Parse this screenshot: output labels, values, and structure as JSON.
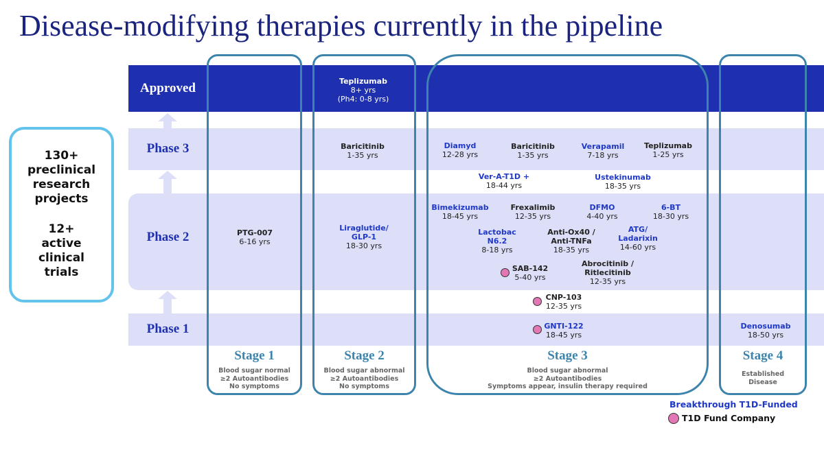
{
  "title": "Disease-modifying therapies currently in the pipeline",
  "colors": {
    "approved_band": "#1e2fb0",
    "phase_band": "#dcdff7",
    "stage_outline": "#3d84ad",
    "funded_text": "#1f38c7",
    "company_dot": "#e377b6",
    "side_box_border": "#63c3ea"
  },
  "phases": {
    "approved": "Approved",
    "phase3": "Phase 3",
    "phase2": "Phase 2",
    "phase1": "Phase 1"
  },
  "stages": [
    {
      "title": "Stage 1",
      "desc": [
        "Blood sugar normal",
        "≥2 Autoantibodies",
        "No symptoms"
      ]
    },
    {
      "title": "Stage 2",
      "desc": [
        "Blood sugar abnormal",
        "≥2 Autoantibodies",
        "No symptoms"
      ]
    },
    {
      "title": "Stage 3",
      "desc": [
        "Blood sugar abnormal",
        "≥2 Autoantibodies",
        "Symptoms appear, insulin therapy required"
      ]
    },
    {
      "title": "Stage 4",
      "desc": [
        "Established",
        "Disease"
      ]
    }
  ],
  "drugs": [
    {
      "id": "teplizumab-approved",
      "name": "Teplizumab",
      "ages": [
        "8+ yrs",
        "(Ph4: 0-8 yrs)"
      ],
      "funded": false,
      "company": false,
      "phase": "Approved",
      "stage": "Stage 2"
    },
    {
      "id": "baricitinib-s2",
      "name": "Baricitinib",
      "ages": [
        "1-35 yrs"
      ],
      "funded": false,
      "company": false,
      "phase": "Phase 3",
      "stage": "Stage 2"
    },
    {
      "id": "diamyd",
      "name": "Diamyd",
      "ages": [
        "12-28 yrs"
      ],
      "funded": true,
      "company": false,
      "phase": "Phase 3",
      "stage": "Stage 3"
    },
    {
      "id": "baricitinib-s3",
      "name": "Baricitinib",
      "ages": [
        "1-35 yrs"
      ],
      "funded": false,
      "company": false,
      "phase": "Phase 3",
      "stage": "Stage 3"
    },
    {
      "id": "verapamil",
      "name": "Verapamil",
      "ages": [
        "7-18 yrs"
      ],
      "funded": true,
      "company": false,
      "phase": "Phase 3",
      "stage": "Stage 3"
    },
    {
      "id": "teplizumab-p3",
      "name": "Teplizumab",
      "ages": [
        "1-25 yrs"
      ],
      "funded": false,
      "company": false,
      "phase": "Phase 3",
      "stage": "Stage 3"
    },
    {
      "id": "ver-a-t1d",
      "name": "Ver-A-T1D +",
      "ages": [
        "18-44 yrs"
      ],
      "funded": true,
      "company": false,
      "phase": "Phase 2/3",
      "stage": "Stage 3"
    },
    {
      "id": "ustekinumab",
      "name": "Ustekinumab",
      "ages": [
        "18-35 yrs"
      ],
      "funded": true,
      "company": false,
      "phase": "Phase 2/3",
      "stage": "Stage 3"
    },
    {
      "id": "ptg-007",
      "name": "PTG-007",
      "ages": [
        "6-16 yrs"
      ],
      "funded": false,
      "company": false,
      "phase": "Phase 2",
      "stage": "Stage 1"
    },
    {
      "id": "liraglutide",
      "name": "Liraglutide/\nGLP-1",
      "ages": [
        "18-30 yrs"
      ],
      "funded": true,
      "company": false,
      "phase": "Phase 2",
      "stage": "Stage 2"
    },
    {
      "id": "bimekizumab",
      "name": "Bimekizumab",
      "ages": [
        "18-45 yrs"
      ],
      "funded": true,
      "company": false,
      "phase": "Phase 2",
      "stage": "Stage 3"
    },
    {
      "id": "frexalimib",
      "name": "Frexalimib",
      "ages": [
        "12-35 yrs"
      ],
      "funded": false,
      "company": false,
      "phase": "Phase 2",
      "stage": "Stage 3"
    },
    {
      "id": "dfmo",
      "name": "DFMO",
      "ages": [
        "4-40 yrs"
      ],
      "funded": true,
      "company": false,
      "phase": "Phase 2",
      "stage": "Stage 3"
    },
    {
      "id": "6-bt",
      "name": "6-BT",
      "ages": [
        "18-30 yrs"
      ],
      "funded": true,
      "company": false,
      "phase": "Phase 2",
      "stage": "Stage 3"
    },
    {
      "id": "lactobac",
      "name": "Lactobac\nN6.2",
      "ages": [
        "8-18 yrs"
      ],
      "funded": true,
      "company": false,
      "phase": "Phase 2",
      "stage": "Stage 3"
    },
    {
      "id": "anti-ox40",
      "name": "Anti-Ox40 /\nAnti-TNFa",
      "ages": [
        "18-35 yrs"
      ],
      "funded": false,
      "company": false,
      "phase": "Phase 2",
      "stage": "Stage 3"
    },
    {
      "id": "atg-ladarixin",
      "name": "ATG/\nLadarixin",
      "ages": [
        "14-60 yrs"
      ],
      "funded": true,
      "company": false,
      "phase": "Phase 2",
      "stage": "Stage 3"
    },
    {
      "id": "sab-142",
      "name": "SAB-142",
      "ages": [
        "5-40 yrs"
      ],
      "funded": false,
      "company": true,
      "phase": "Phase 2",
      "stage": "Stage 3"
    },
    {
      "id": "abrocitinib",
      "name": "Abrocitinib /\nRitlecitinib",
      "ages": [
        "12-35 yrs"
      ],
      "funded": false,
      "company": false,
      "phase": "Phase 2",
      "stage": "Stage 3"
    },
    {
      "id": "cnp-103",
      "name": "CNP-103",
      "ages": [
        "12-35 yrs"
      ],
      "funded": false,
      "company": true,
      "phase": "Phase 1/2",
      "stage": "Stage 3"
    },
    {
      "id": "gnti-122",
      "name": "GNTI-122",
      "ages": [
        "18-45 yrs"
      ],
      "funded": true,
      "company": true,
      "phase": "Phase 1",
      "stage": "Stage 3"
    },
    {
      "id": "denosumab",
      "name": "Denosumab",
      "ages": [
        "18-50 yrs"
      ],
      "funded": true,
      "company": false,
      "phase": "Phase 1",
      "stage": "Stage 4"
    }
  ],
  "side_box": {
    "preclinical": [
      "130+",
      "preclinical",
      "research",
      "projects"
    ],
    "clinical": [
      "12+",
      "active",
      "clinical",
      "trials"
    ]
  },
  "legend": {
    "funded": "Breakthrough T1D-Funded",
    "company": "T1D Fund Company"
  }
}
